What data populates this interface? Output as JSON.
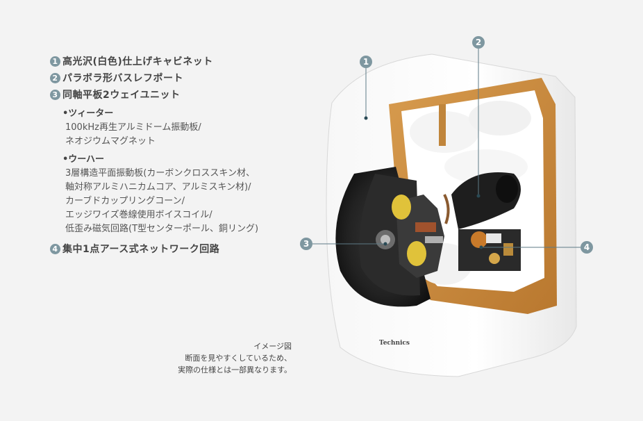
{
  "legend": {
    "items": [
      {
        "num": "1",
        "label": "高光沢(白色)仕上げキャビネット"
      },
      {
        "num": "2",
        "label": "パラボラ形バスレフポート"
      },
      {
        "num": "3",
        "label": "同軸平板2ウェイユニット"
      }
    ],
    "tweeter": {
      "heading": "•ツィーター",
      "body": "100kHz再生アルミドーム振動板/\nネオジウムマグネット"
    },
    "woofer": {
      "heading": "•ウーハー",
      "body": " 3層構造平面振動板(カーボンクロススキン材、\n軸対称アルミハニカムコア、アルミスキン材)/\nカーブドカップリングコーン/\nエッジワイズ巻線使用ボイスコイル/\n低歪み磁気回路(T型センターポール、銅リング)"
    },
    "item4": {
      "num": "4",
      "label": "集中1点アース式ネットワーク回路"
    }
  },
  "callouts": [
    "1",
    "2",
    "3",
    "4"
  ],
  "brand_text": "Technics",
  "caption": {
    "line1": "イメージ図",
    "line2": "断面を見やすくしているため、",
    "line3": "実際の仕様とは一部異なります。"
  },
  "colors": {
    "background": "#f3f3f3",
    "callout_badge": "#7e97a0",
    "cabinet_white": "#ffffff",
    "wood": "#c98a3e",
    "driver_black": "#1e1e1e",
    "magnet_yellow": "#e0c23a"
  }
}
